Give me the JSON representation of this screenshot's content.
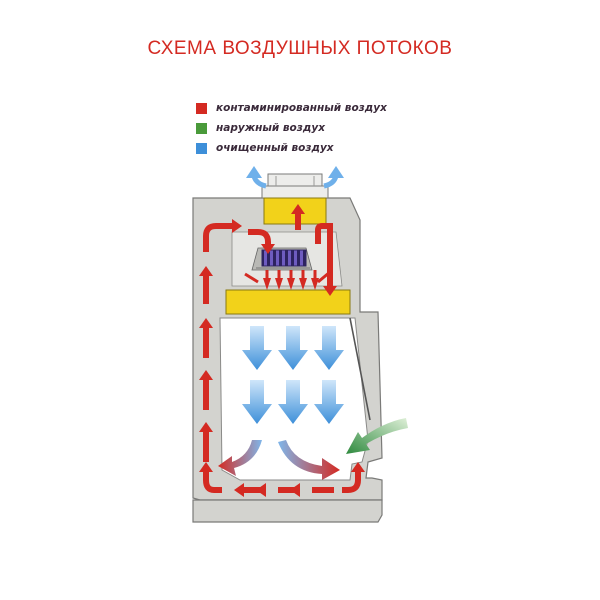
{
  "title": "СХЕМА ВОЗДУШНЫХ ПОТОКОВ",
  "legend": [
    {
      "label": "контаминированный воздух",
      "color": "#d42a22"
    },
    {
      "label": "наружный воздух",
      "color": "#4a9a3a"
    },
    {
      "label": "очищенный воздух",
      "color": "#3d8fd9"
    }
  ],
  "colors": {
    "cabinet": "#d3d3cf",
    "cabinet_stroke": "#7a7a78",
    "filter": "#f2d21a",
    "fan": "#5e4aa8",
    "contaminated": "#d42a22",
    "outside": "#4a9a3a",
    "clean": "#3d8fd9"
  }
}
